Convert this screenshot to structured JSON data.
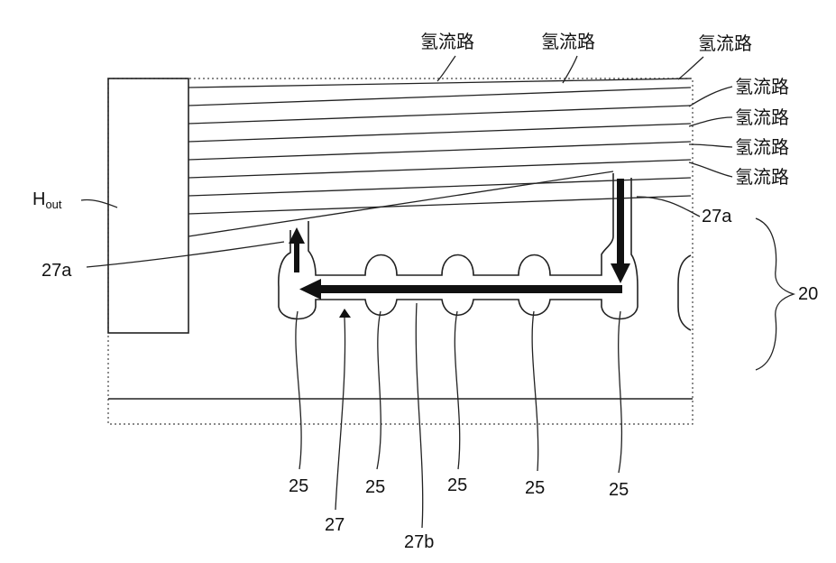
{
  "labels": {
    "channel": "氢流路",
    "hout_main": "H",
    "hout_sub": "out",
    "ref_27a": "27a",
    "ref_20": "20",
    "ref_25": "25",
    "ref_27": "27",
    "ref_27b": "27b"
  }
}
